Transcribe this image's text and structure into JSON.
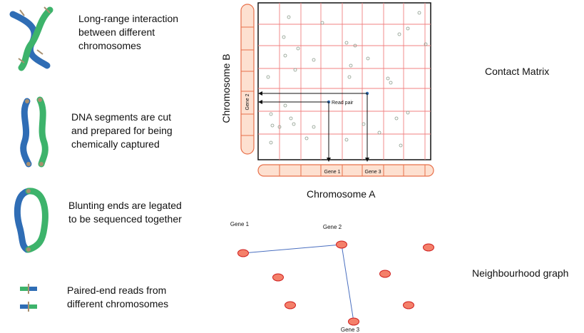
{
  "steps": [
    {
      "line1": "Long-range interaction",
      "line2": "between different",
      "line3": "chromosomes"
    },
    {
      "line1": "DNA segments are cut",
      "line2": "and prepared for being",
      "line3": "chemically captured"
    },
    {
      "line1": "Blunting ends are legated",
      "line2": "to be sequenced together"
    },
    {
      "line1": "Paired-end reads from",
      "line2": "different chromosomes"
    }
  ],
  "matrix": {
    "y_axis_label": "Chromosome B",
    "x_axis_label": "Chromosome A",
    "gene_b": "Gene 2",
    "gene_a1": "Gene 1",
    "gene_a2": "Gene 3",
    "annotation": "Read pair",
    "title": "Contact Matrix",
    "grid_color": "#f08080",
    "strip_fill": "#fde0d0",
    "strip_stroke": "#e8704a"
  },
  "graph": {
    "title": "Neighbourhood graph",
    "node_fill": "#f4806a",
    "node_stroke": "#d02020",
    "edge_color": "#4a6fc0",
    "labels": {
      "gene1": "Gene 1",
      "gene2": "Gene 2",
      "gene3": "Gene 3"
    }
  },
  "colors": {
    "blue_strand": "#2f6db5",
    "green_strand": "#3db36b",
    "tick": "#a89070"
  }
}
